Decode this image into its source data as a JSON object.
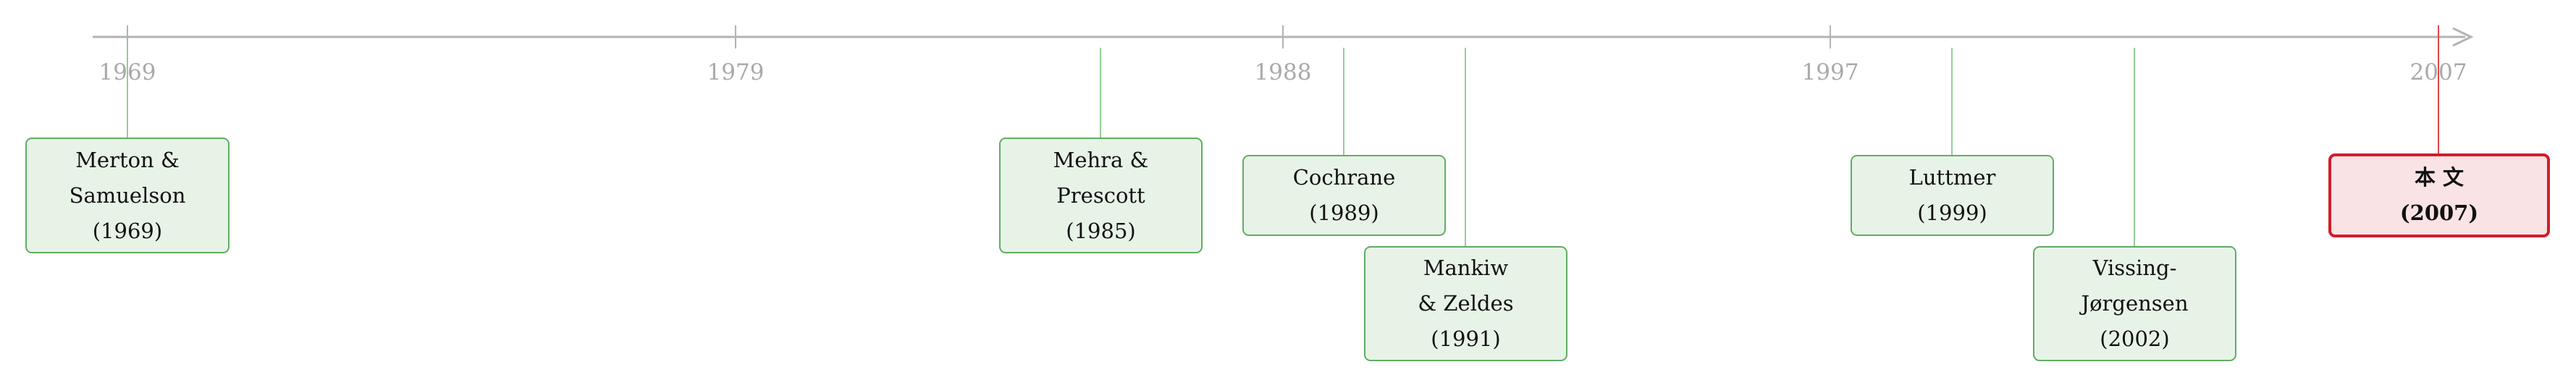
{
  "axis_color": "#b3b3b3",
  "ticks": [
    "1969",
    "1979",
    "1988",
    "1997",
    "2007"
  ],
  "references": [
    {
      "label": "Merton &\nSamuelson\n(1969)",
      "year": 1969,
      "style": "normal"
    },
    {
      "label": "Mehra &\nPrescott\n(1985)",
      "year": 1985,
      "style": "normal"
    },
    {
      "label": "Cochrane\n(1989)",
      "year": 1989,
      "style": "normal"
    },
    {
      "label": "Mankiw\n& Zeldes\n(1991)",
      "year": 1991,
      "style": "normal"
    },
    {
      "label": "Luttmer\n(1999)",
      "year": 1999,
      "style": "normal"
    },
    {
      "label": "Vissing-\nJørgensen\n(2002)",
      "year": 2002,
      "style": "normal"
    },
    {
      "label": "本 文\n(2007)",
      "year": 2007,
      "style": "highlight"
    }
  ],
  "colors": {
    "connector_normal": "#93cd96",
    "connector_highlight": "#e0454d",
    "box_fill": "#e8f3e8",
    "box_border": "#5fae62",
    "highlight_fill": "#f9e3e5",
    "highlight_border": "#d01f2b"
  }
}
